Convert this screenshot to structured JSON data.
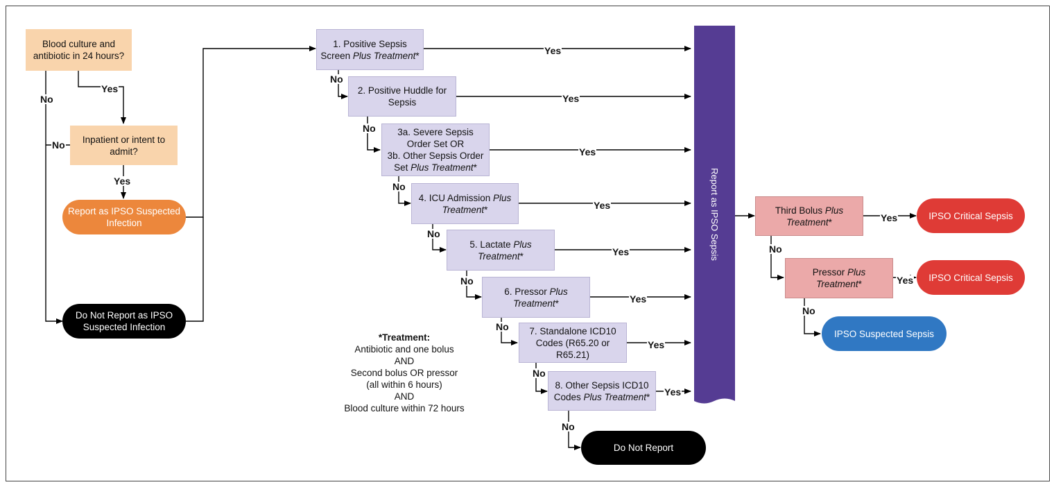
{
  "colors": {
    "peach": "#f9d4ac",
    "lavender": "#d9d5ec",
    "pink": "#eba9a9",
    "orange": "#ec873c",
    "black": "#000000",
    "red": "#df3b36",
    "blue": "#3078c3",
    "purple_bar": "#553c93"
  },
  "left": {
    "q1": "Blood culture and antibiotic in 24 hours?",
    "q2": "Inpatient or intent to admit?",
    "report_suspected": "Report as IPSO Suspected Infection",
    "do_not_report_suspected": "Do Not Report as IPSO Suspected Infection"
  },
  "steps": {
    "s1": {
      "pre": "1. Positive Sepsis Screen ",
      "em": "Plus Treatment",
      "post": "*"
    },
    "s2": {
      "text": "2. Positive Huddle for Sepsis"
    },
    "s3": {
      "line1": "3a. Severe Sepsis Order Set OR",
      "line2": "3b. Other Sepsis Order Set ",
      "em": "Plus Treatment",
      "post": "*"
    },
    "s4": {
      "pre": "4. ICU Admission ",
      "em": "Plus Treatment",
      "post": "*"
    },
    "s5": {
      "pre": "5. Lactate ",
      "em": "Plus Treatment",
      "post": "*"
    },
    "s6": {
      "pre": "6. Pressor ",
      "em": "Plus Treatment",
      "post": "*"
    },
    "s7": {
      "text": "7. Standalone ICD10 Codes (R65.20 or R65.21)"
    },
    "s8": {
      "pre": "8. Other Sepsis ICD10 Codes ",
      "em": "Plus Treatment",
      "post": "*"
    }
  },
  "do_not_report": "Do Not Report",
  "report_bar": "Report as IPSO Sepsis",
  "right": {
    "third_bolus": {
      "pre": "Third Bolus ",
      "em": "Plus Treatment",
      "post": "*"
    },
    "pressor": {
      "pre": "Pressor ",
      "em": "Plus Treatment",
      "post": "*"
    },
    "critical1": "IPSO Critical Sepsis",
    "critical2": "IPSO Critical Sepsis",
    "suspected": "IPSO Suspected Sepsis"
  },
  "labels": {
    "yes": "Yes",
    "no": "No"
  },
  "treatment_note": {
    "heading": "*Treatment:",
    "lines": [
      "Antibiotic and one bolus",
      "AND",
      "Second bolus OR pressor",
      "(all within 6 hours)",
      "AND",
      "Blood culture within 72 hours"
    ]
  }
}
